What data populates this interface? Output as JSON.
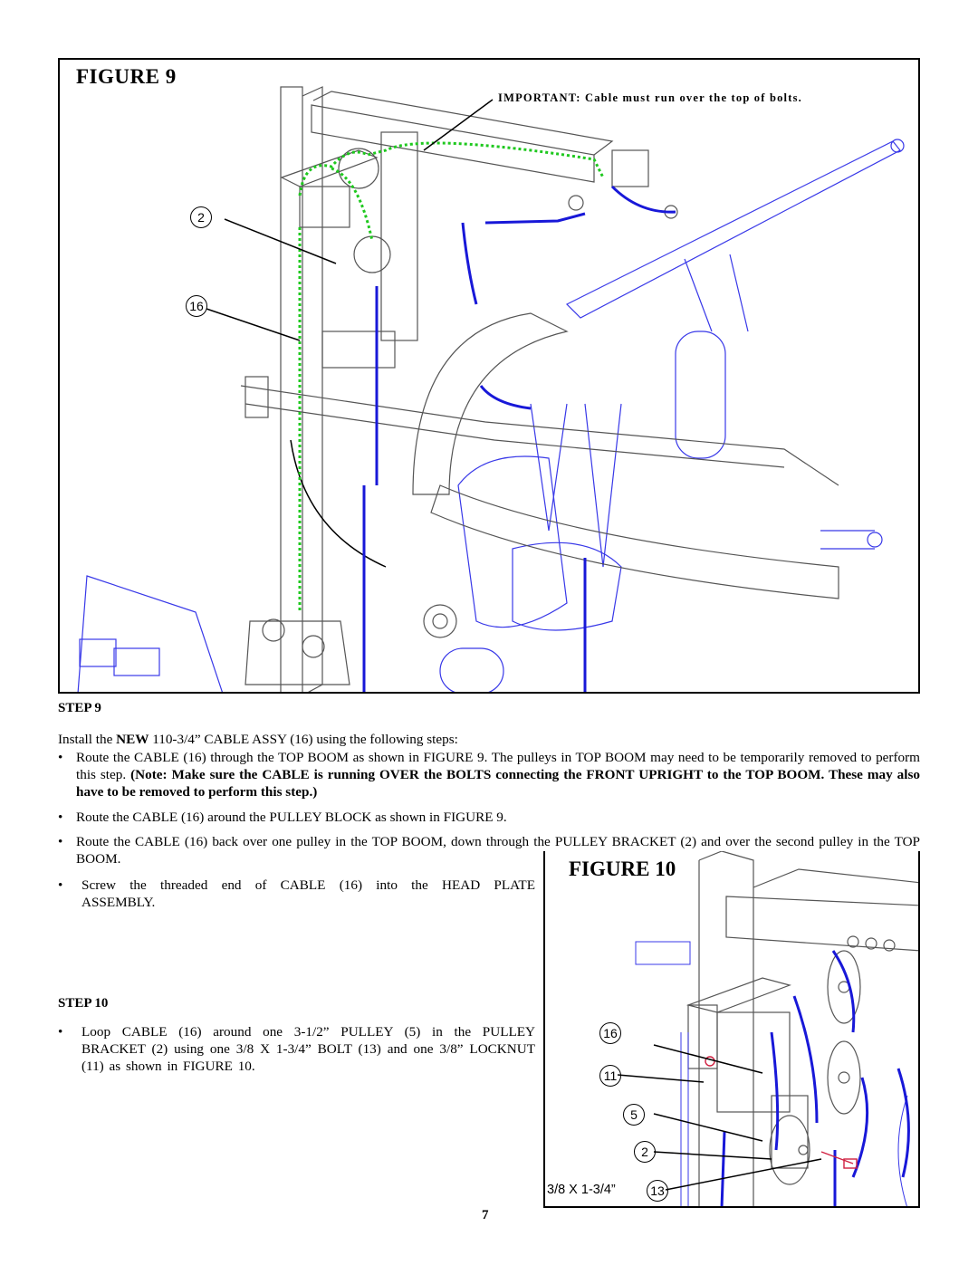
{
  "figure9": {
    "title": "FIGURE 9",
    "important_note": "IMPORTANT: Cable must run over the top of bolts.",
    "callouts": [
      "2",
      "16"
    ]
  },
  "step9": {
    "heading": "STEP 9",
    "intro_prefix": "Install the ",
    "intro_bold": "NEW",
    "intro_suffix": " 110-3/4” CABLE ASSY (16) using the following steps:",
    "bullet_char": "•",
    "b1_plain": "Route the CABLE (16) through the TOP BOOM as shown in FIGURE 9. The pulleys in TOP BOOM may need to be temporarily removed to perform this step. ",
    "b1_bold": "(Note: Make sure the CABLE is running OVER the BOLTS connecting the FRONT UPRIGHT to the TOP BOOM. These may also have to be removed to perform this step.)",
    "b2": "Route the CABLE (16) around the PULLEY BLOCK as shown in FIGURE 9.",
    "b3": "Route the CABLE (16) back over one pulley in the TOP BOOM, down through the PULLEY BRACKET (2) and over the second pulley in the TOP BOOM.",
    "b4": "Screw the threaded end of CABLE (16) into the HEAD PLATE ASSEMBLY."
  },
  "step10": {
    "heading": "STEP 10",
    "b1": "Loop CABLE (16) around one 3-1/2” PULLEY (5) in the PULLEY BRACKET (2) using one 3/8 X 1-3/4” BOLT (13) and one 3/8” LOCKNUT (11) as shown in FIGURE 10."
  },
  "figure10": {
    "title": "FIGURE 10",
    "callouts": [
      "16",
      "11",
      "5",
      "2",
      "13"
    ],
    "bolt_label": "3/8 X 1-3/4”"
  },
  "page_number": "7"
}
